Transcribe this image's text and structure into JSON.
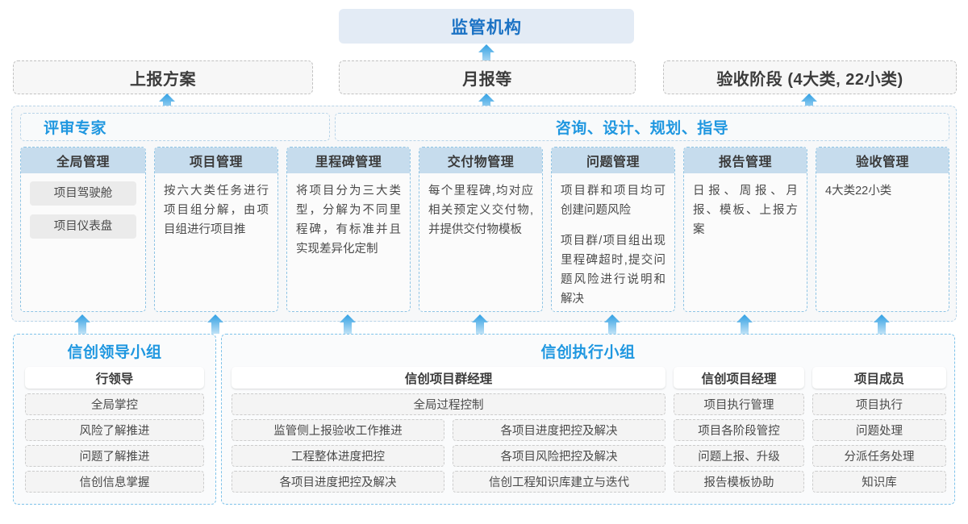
{
  "top": {
    "regulator_label": "监管机构",
    "submissions": [
      {
        "id": "report-plan",
        "label": "上报方案"
      },
      {
        "id": "monthly-report",
        "label": "月报等"
      },
      {
        "id": "acceptance-stage",
        "label": "验收阶段 (4大类, 22小类)"
      }
    ]
  },
  "middle": {
    "band_label_left": "评审专家",
    "band_label_right": "咨询、设计、规划、指导",
    "cards": [
      {
        "id": "global-management",
        "title": "全局管理",
        "chips": [
          "项目驾驶舱",
          "项目仪表盘"
        ],
        "paragraphs": []
      },
      {
        "id": "project-management",
        "title": "项目管理",
        "chips": [],
        "paragraphs": [
          "按六大类任务进行项目组分解，由项目组进行项目推"
        ]
      },
      {
        "id": "milestone-management",
        "title": "里程碑管理",
        "chips": [],
        "paragraphs": [
          "将项目分为三大类型，分解为不同里程碑，有标准并且实现差异化定制"
        ]
      },
      {
        "id": "deliverable-management",
        "title": "交付物管理",
        "chips": [],
        "paragraphs": [
          "每个里程碑,均对应相关预定义交付物,并提供交付物模板"
        ]
      },
      {
        "id": "issue-management",
        "title": "问题管理",
        "chips": [],
        "paragraphs": [
          "项目群和项目均可创建问题风险",
          "项目群/项目组出现里程碑超时,提交问题风险进行说明和解决"
        ]
      },
      {
        "id": "report-management",
        "title": "报告管理",
        "chips": [],
        "paragraphs": [
          "日报、周报、月报、模板、上报方案"
        ]
      },
      {
        "id": "acceptance-management",
        "title": "验收管理",
        "chips": [],
        "paragraphs": [
          "4大类22小类"
        ]
      }
    ]
  },
  "bottom": {
    "leader_group": {
      "title": "信创领导小组",
      "role": "行领导",
      "tasks": [
        "全局掌控",
        "风险了解推进",
        "问题了解推进",
        "信创信息掌握"
      ]
    },
    "exec_group": {
      "title": "信创执行小组",
      "program_manager": {
        "role": "信创项目群经理",
        "wide_task": "全局过程控制",
        "left_tasks": [
          "监管侧上报验收工作推进",
          "工程整体进度把控",
          "各项目进度把控及解决"
        ],
        "right_tasks": [
          "各项目进度把控及解决",
          "各项目风险把控及解决",
          "信创工程知识库建立与迭代"
        ]
      },
      "project_manager": {
        "role": "信创项目经理",
        "tasks": [
          "项目执行管理",
          "项目各阶段管控",
          "问题上报、升级",
          "报告模板协助"
        ]
      },
      "project_member": {
        "role": "项目成员",
        "tasks": [
          "项目执行",
          "问题处理",
          "分派任务处理",
          "知识库"
        ]
      }
    }
  },
  "colors": {
    "accent_blue": "#1f97e0",
    "title_blue": "#1b72c4",
    "top_box_bg": "#e3ebf5",
    "card_header_bg": "#c6dced",
    "arrow_blue": "#3fa9e8"
  },
  "icons": {
    "arrow_up": "arrow-up-icon"
  }
}
